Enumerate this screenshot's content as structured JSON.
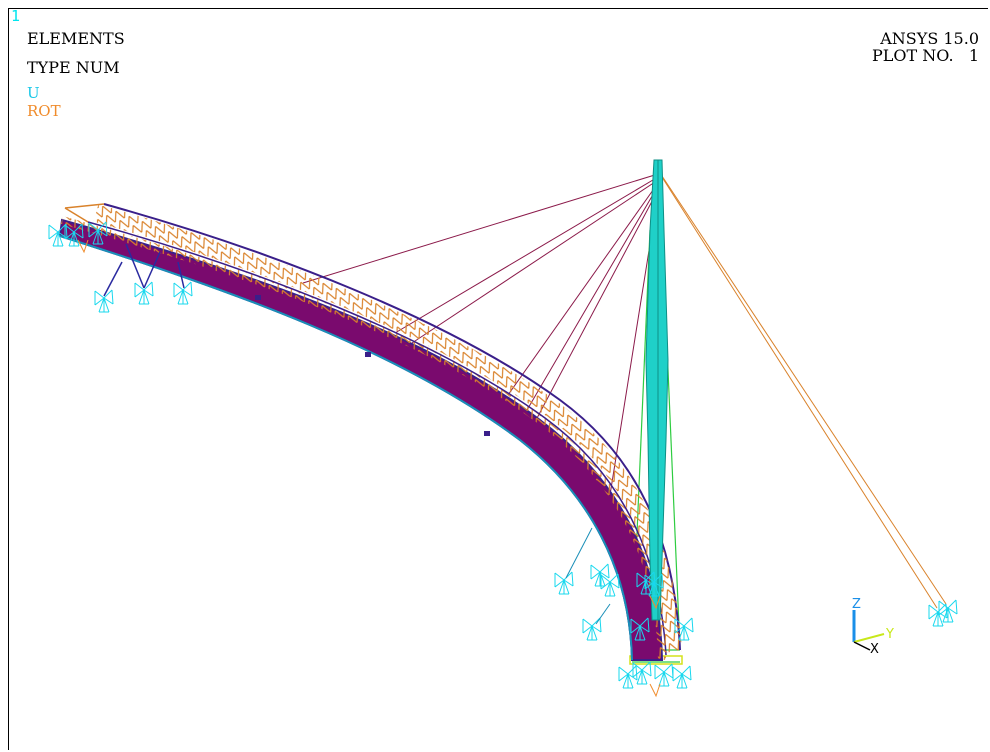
{
  "window": {
    "number": "1"
  },
  "plot": {
    "type": "ELEMENTS",
    "subtype": "TYPE NUM"
  },
  "legend": {
    "u_label": "U",
    "rot_label": "ROT"
  },
  "header": {
    "program": "ANSYS 15.0",
    "plot_no": "PLOT NO.   1"
  },
  "triad": {
    "z": "Z",
    "y": "Y",
    "x": "X"
  },
  "colors": {
    "deck": "#7a0a6e",
    "deck_edge": "#3a1f8a",
    "truss": "#d9822b",
    "pylon": "#1fd0c8",
    "cable_left": "#8b1a4a",
    "cable_right": "#d9822b",
    "support": "#19d8ee",
    "ground_frame": "#2ecc40",
    "background": "#ffffff"
  },
  "icons": [
    "boundary-support-icon",
    "coordinate-triad-icon"
  ]
}
